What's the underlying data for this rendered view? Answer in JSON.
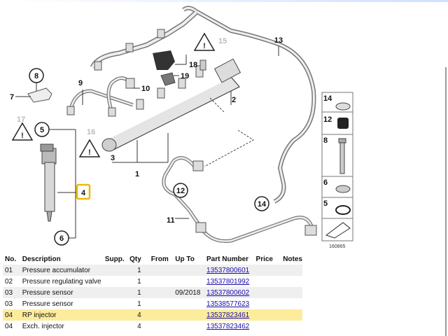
{
  "diagram": {
    "callouts": {
      "c1": "1",
      "c2": "2",
      "c3": "3",
      "c4": "4",
      "c5": "5",
      "c6": "6",
      "c7": "7",
      "c8": "8",
      "c9": "9",
      "c10": "10",
      "c11": "11",
      "c12": "12",
      "c13": "13",
      "c14": "14",
      "c15": "15",
      "c16": "16",
      "c17": "17",
      "c18": "18",
      "c19": "19"
    },
    "side_panel": [
      "14",
      "12",
      "8",
      "6",
      "5"
    ],
    "figure_number": "160865",
    "colors": {
      "highlight_box": "#f2b800",
      "warning_gray": "#bbbbbb"
    }
  },
  "table": {
    "headers": [
      "No.",
      "Description",
      "Supp.",
      "Qty",
      "From",
      "Up To",
      "Part Number",
      "Price",
      "Notes"
    ],
    "rows": [
      {
        "no": "01",
        "desc": "Pressure accumulator",
        "supp": "",
        "qty": "1",
        "from": "",
        "upto": "",
        "part": "13537800601",
        "price": "",
        "notes": ""
      },
      {
        "no": "02",
        "desc": "Pressure regulating valve",
        "supp": "",
        "qty": "1",
        "from": "",
        "upto": "",
        "part": "13537801992",
        "price": "",
        "notes": ""
      },
      {
        "no": "03",
        "desc": "Pressure sensor",
        "supp": "",
        "qty": "1",
        "from": "",
        "upto": "09/2018",
        "part": "13537800602",
        "price": "",
        "notes": ""
      },
      {
        "no": "03",
        "desc": "Pressure sensor",
        "supp": "",
        "qty": "1",
        "from": "",
        "upto": "",
        "part": "13538577623",
        "price": "",
        "notes": ""
      },
      {
        "no": "04",
        "desc": "RP injector",
        "supp": "",
        "qty": "4",
        "from": "",
        "upto": "",
        "part": "13537823461",
        "price": "",
        "notes": ""
      },
      {
        "no": "04",
        "desc": "Exch. injector",
        "supp": "",
        "qty": "4",
        "from": "",
        "upto": "",
        "part": "13537823462",
        "price": "",
        "notes": ""
      }
    ],
    "highlight_row_color": "#fcec9c"
  }
}
